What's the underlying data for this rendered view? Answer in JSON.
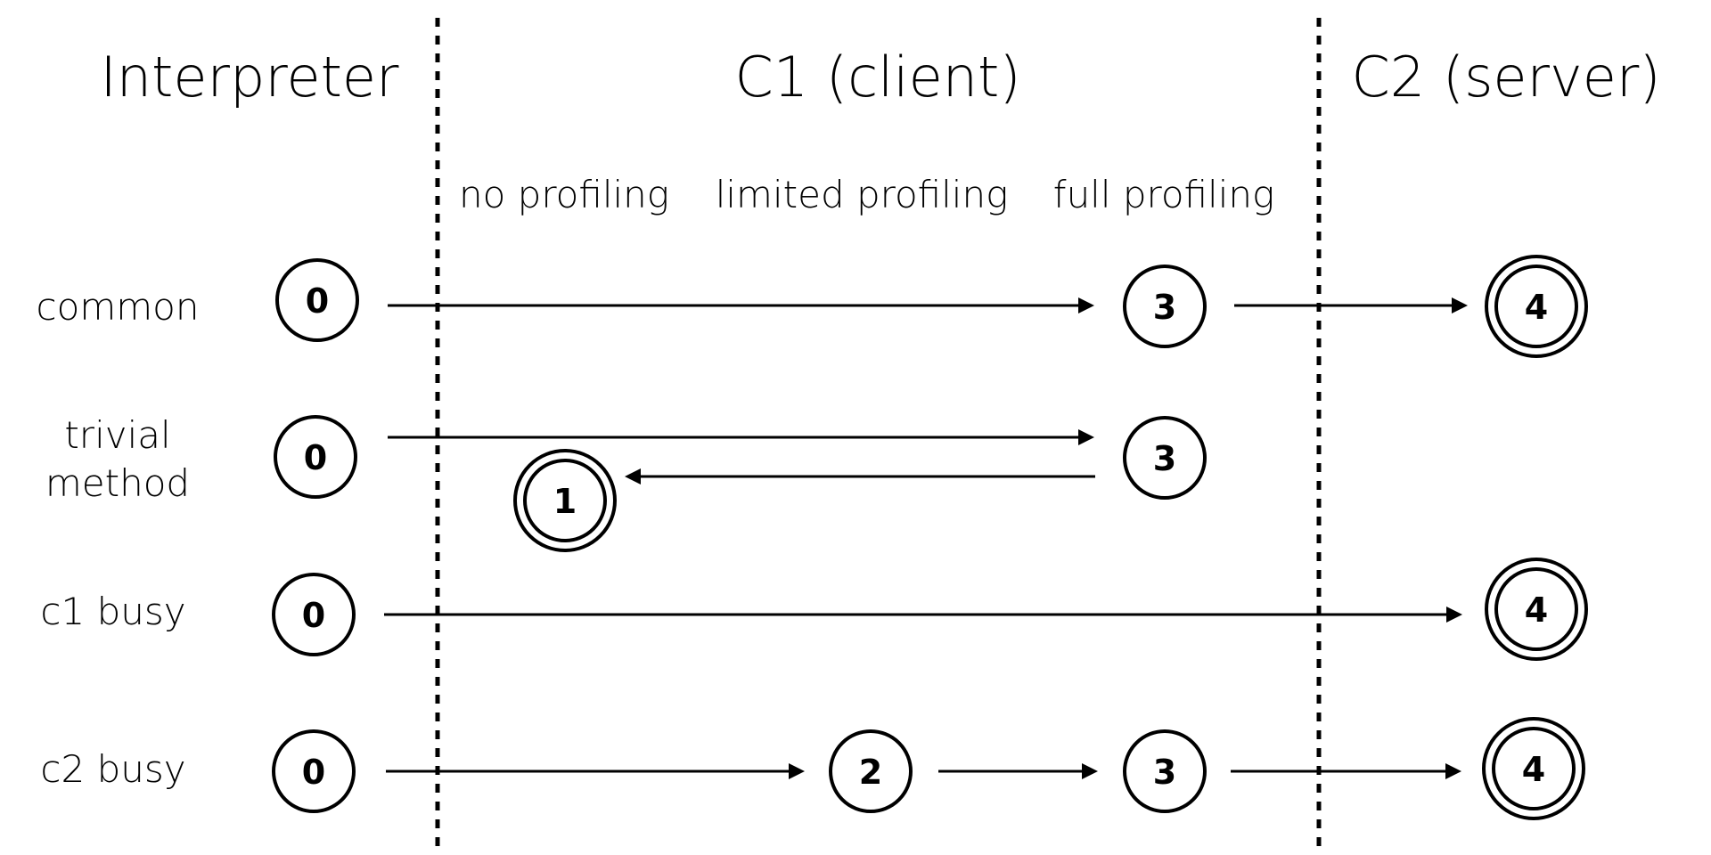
{
  "columns": {
    "interpreter": "Interpreter",
    "c1": "C1 (client)",
    "c2": "C2 (server)"
  },
  "sub_columns": {
    "no_profiling": "no profiling",
    "limited_profiling": "limited profiling",
    "full_profiling": "full profiling"
  },
  "rows": {
    "common": {
      "label": "common",
      "nodes": [
        "0",
        "3",
        "4"
      ]
    },
    "trivial": {
      "label_line1": "trivial",
      "label_line2": "method",
      "nodes": [
        "0",
        "3",
        "1"
      ]
    },
    "c1_busy": {
      "label": "c1 busy",
      "nodes": [
        "0",
        "4"
      ]
    },
    "c2_busy": {
      "label": "c2 busy",
      "nodes": [
        "0",
        "2",
        "3",
        "4"
      ]
    }
  }
}
